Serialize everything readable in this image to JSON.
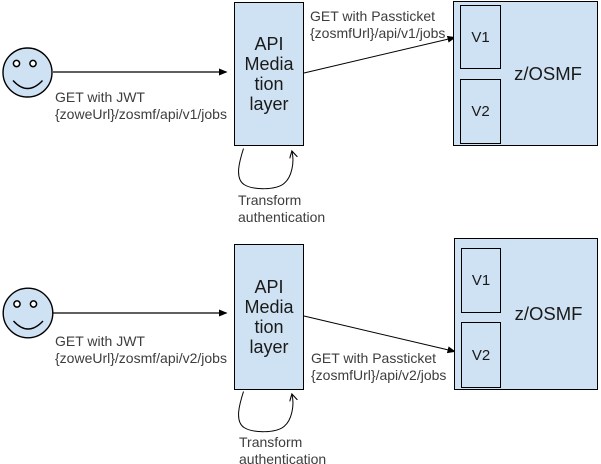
{
  "colors": {
    "shape_fill": "#cfe2f3",
    "shape_border": "#000000",
    "connector": "#000000",
    "label_text": "#3d3d3d",
    "shape_text": "#1a1a1a"
  },
  "flows": [
    {
      "actor_icon": "smiley-face-icon",
      "request_label": "GET with JWT\n{zoweUrl}/zosmf/api/v1/jobs",
      "mediation_box_label": "API\nMedia\ntion\nlayer",
      "forward_label": "GET with Passticket\n{zosmfUrl}/api/v1/jobs",
      "loop_label": "Transform\nauthentication",
      "target_box": {
        "title": "z/OSMF",
        "versions": [
          "V1",
          "V2"
        ]
      }
    },
    {
      "actor_icon": "smiley-face-icon",
      "request_label": "GET with JWT\n{zoweUrl}/zosmf/api/v2/jobs",
      "mediation_box_label": "API\nMedia\ntion\nlayer",
      "forward_label": "GET with Passticket\n{zosmfUrl}/api/v2/jobs",
      "loop_label": "Transform\nauthentication",
      "target_box": {
        "title": "z/OSMF",
        "versions": [
          "V1",
          "V2"
        ]
      }
    }
  ]
}
